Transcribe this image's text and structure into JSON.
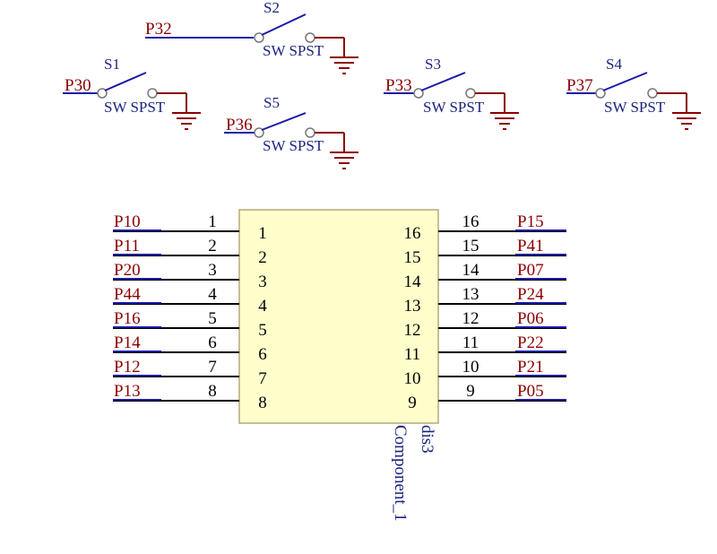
{
  "colors": {
    "wire": "#1a1aa8",
    "net_label": "#8b0000",
    "designator": "#1a237e",
    "ground": "#8b0000",
    "pin_line": "#000000",
    "chip_fill": "#ffffcc",
    "chip_border": "#b5a878"
  },
  "switches": [
    {
      "ref": "S1",
      "type": "SW SPST",
      "net": "P30"
    },
    {
      "ref": "S2",
      "type": "SW SPST",
      "net": "P32"
    },
    {
      "ref": "S3",
      "type": "SW SPST",
      "net": "P33"
    },
    {
      "ref": "S4",
      "type": "SW SPST",
      "net": "P37"
    },
    {
      "ref": "S5",
      "type": "SW SPST",
      "net": "P36"
    }
  ],
  "component": {
    "designator": "dis3",
    "name": "Component_1",
    "left_pins": [
      {
        "num": "1",
        "net": "P10"
      },
      {
        "num": "2",
        "net": "P11"
      },
      {
        "num": "3",
        "net": "P20"
      },
      {
        "num": "4",
        "net": "P44"
      },
      {
        "num": "5",
        "net": "P16"
      },
      {
        "num": "6",
        "net": "P14"
      },
      {
        "num": "7",
        "net": "P12"
      },
      {
        "num": "8",
        "net": "P13"
      }
    ],
    "right_pins": [
      {
        "num": "16",
        "net": "P15"
      },
      {
        "num": "15",
        "net": "P41"
      },
      {
        "num": "14",
        "net": "P07"
      },
      {
        "num": "13",
        "net": "P24"
      },
      {
        "num": "12",
        "net": "P06"
      },
      {
        "num": "11",
        "net": "P22"
      },
      {
        "num": "10",
        "net": "P21"
      },
      {
        "num": "9",
        "net": "P05"
      }
    ]
  }
}
